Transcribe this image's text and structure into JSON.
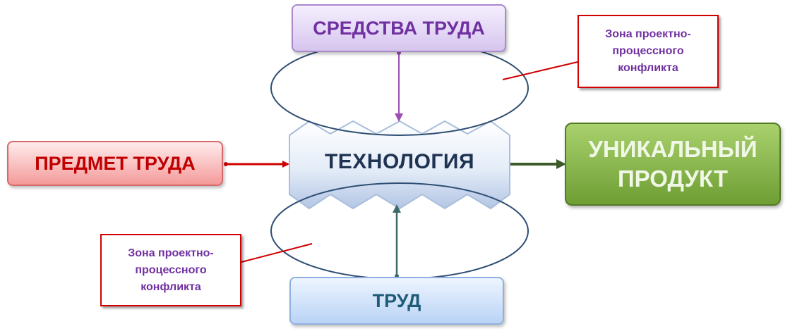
{
  "nodes": {
    "means_of_labor": "СРЕДСТВА ТРУДА",
    "object_of_labor": "ПРЕДМЕТ ТРУДА",
    "labor": "ТРУД",
    "technology": "ТЕХНОЛОГИЯ",
    "unique_product": [
      "УНИКАЛЬНЫЙ",
      "ПРОДУКТ"
    ]
  },
  "callouts": {
    "top": [
      "Зона проектно-",
      "процессного",
      "конфликта"
    ],
    "bottom": [
      "Зона проектно-",
      "процессного",
      "конфликта"
    ]
  },
  "colors": {
    "means_text": "#7030a0",
    "object_text": "#c00000",
    "labor_text": "#1f5c78",
    "product_fill": "#7fae3f",
    "callout_border": "#d00000",
    "ellipse_stroke": "#2f4f73"
  }
}
